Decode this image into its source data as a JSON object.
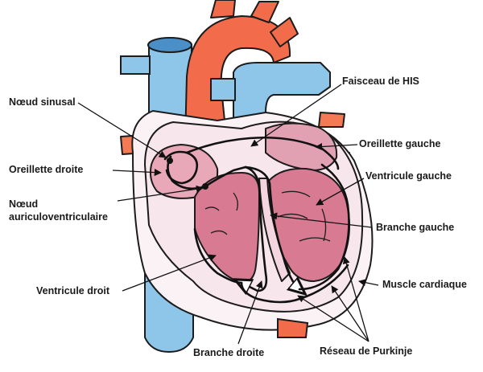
{
  "labels": {
    "noeud_sinusal": "Nœud sinusal",
    "oreillette_droite": "Oreillette droite",
    "noeud_av_line1": "Nœud",
    "noeud_av_line2": "auriculoventriculaire",
    "ventricule_droit": "Ventricule droit",
    "branche_droite": "Branche droite",
    "faisceau_his": "Faisceau de HIS",
    "oreillette_gauche": "Oreillette gauche",
    "ventricule_gauche": "Ventricule gauche",
    "branche_gauche": "Branche gauche",
    "muscle_cardiaque": "Muscle cardiaque",
    "reseau_purkinje": "Réseau de Purkinje"
  },
  "colors": {
    "artery": "#f26b4a",
    "vein": "#8ec6ea",
    "vein_dark": "#4a8fc8",
    "wall": "#f7e6ec",
    "chamber_fill": "#d97a93",
    "chamber_dark": "#c45d7a",
    "pericardium": "#fbf2f5",
    "pulmonary_vein": "#f47a55"
  },
  "icons": [
    "arrow-head-icon"
  ]
}
